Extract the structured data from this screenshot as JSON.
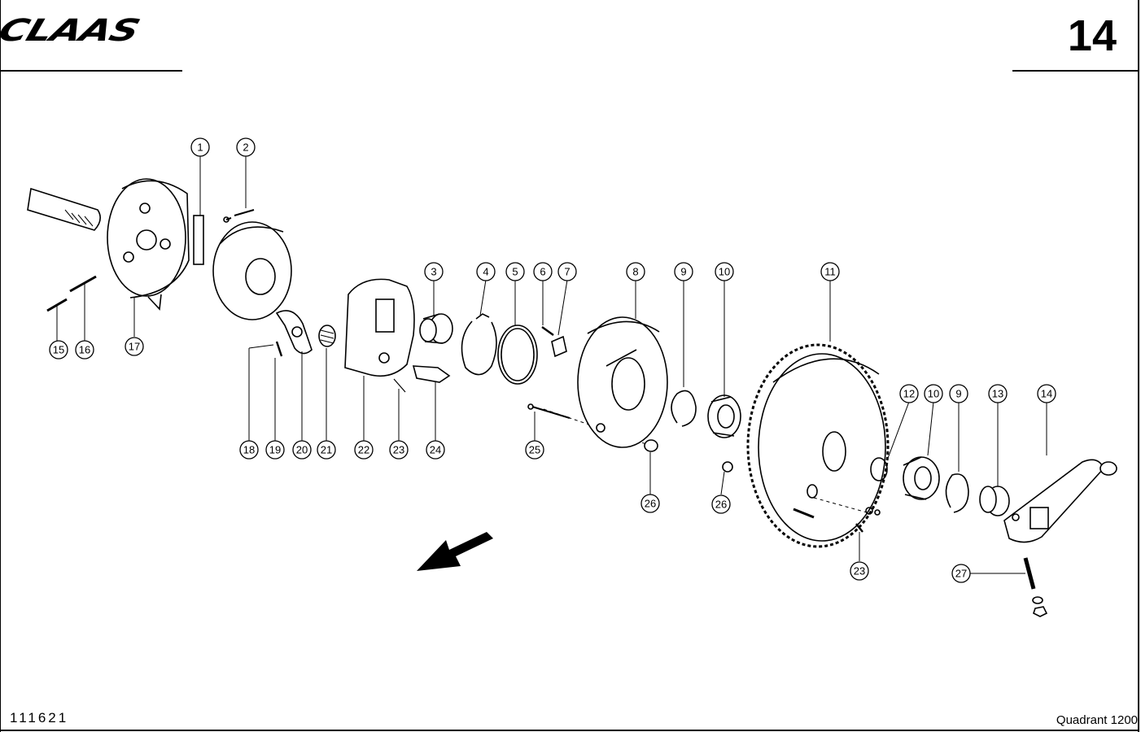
{
  "header": {
    "logo_text": "CLAAS",
    "page_number": "14"
  },
  "footer": {
    "drawing_number": "111621",
    "model": "Quadrant 1200"
  },
  "callouts": [
    "1",
    "2",
    "3",
    "4",
    "5",
    "6",
    "7",
    "8",
    "9",
    "10",
    "11",
    "12",
    "10",
    "9",
    "13",
    "14",
    "15",
    "16",
    "17",
    "18",
    "19",
    "20",
    "21",
    "22",
    "23",
    "24",
    "25",
    "26",
    "26",
    "23",
    "27"
  ],
  "colors": {
    "ink": "#000000",
    "paper": "#ffffff"
  },
  "icons": {
    "direction": "arrow-down-left-icon"
  }
}
